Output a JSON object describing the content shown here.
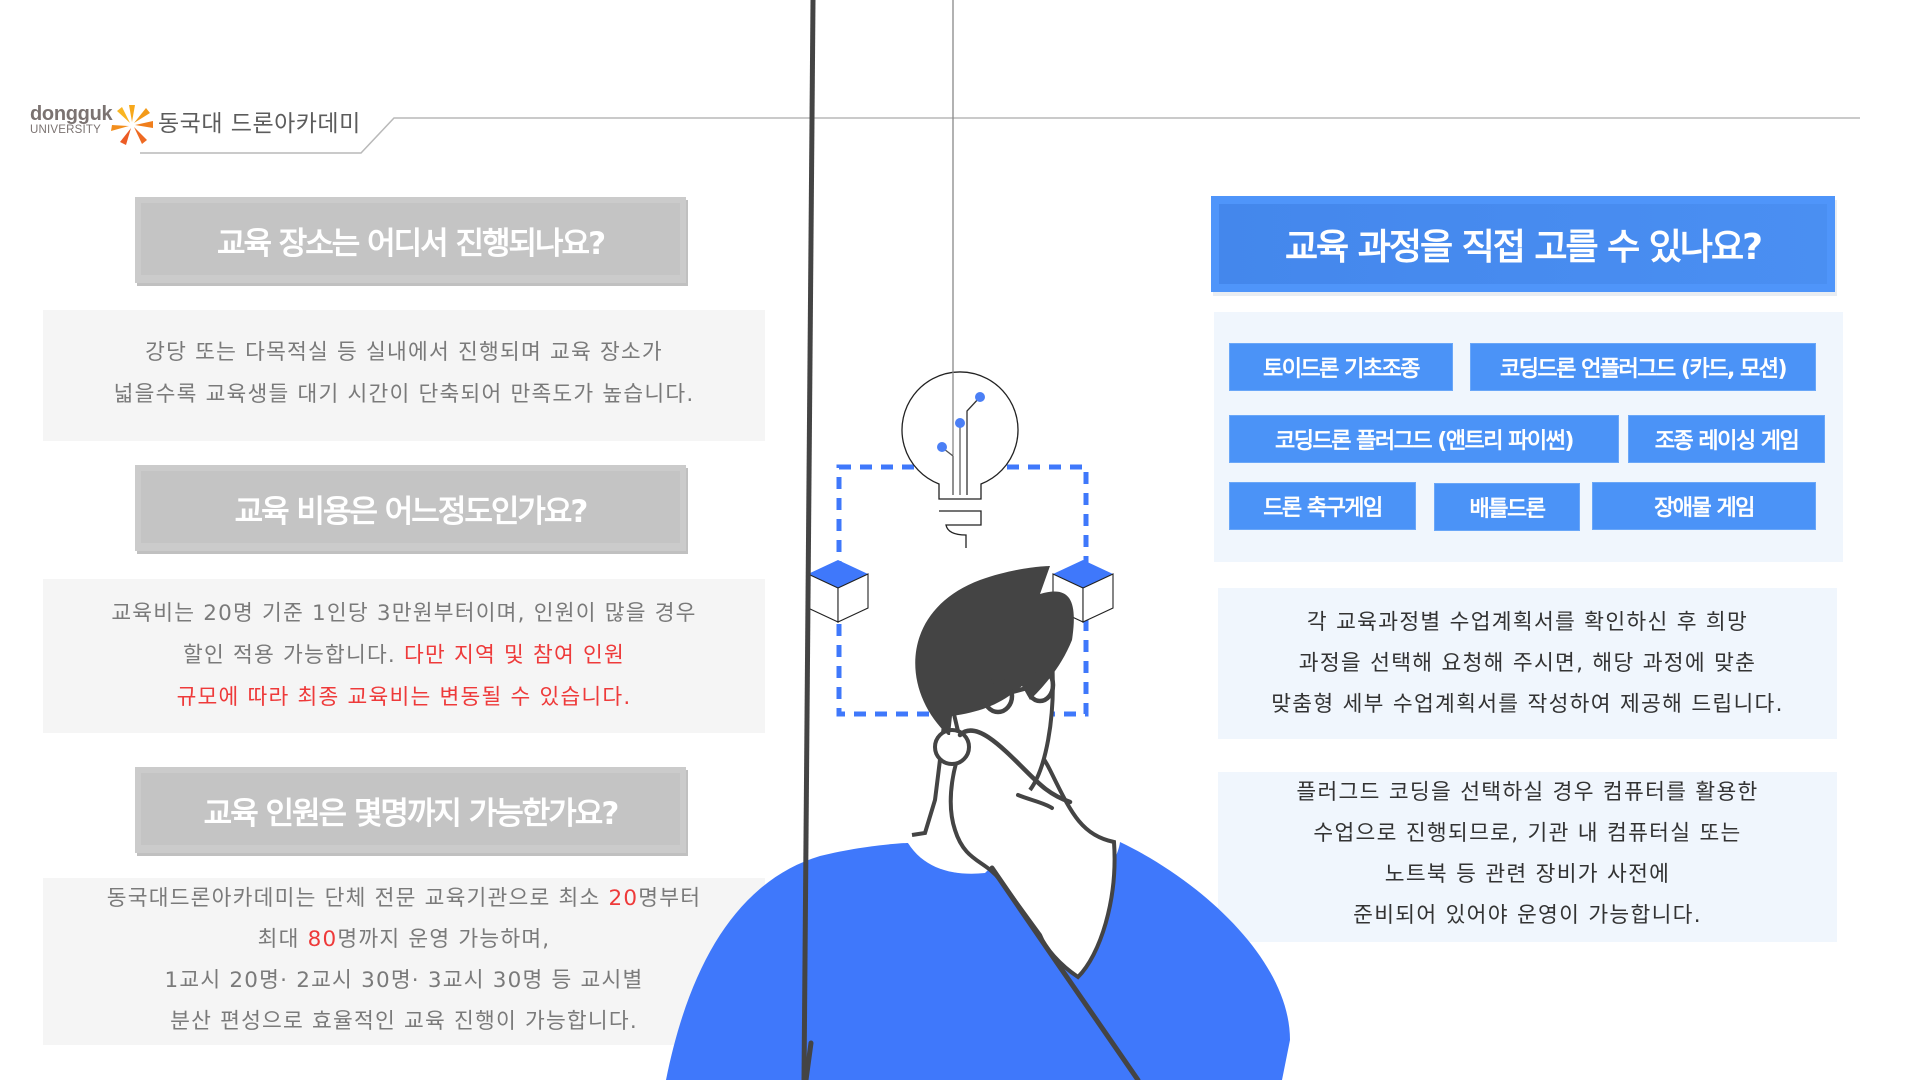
{
  "header": {
    "logo_line1": "dongguk",
    "logo_line2": "UNIVERSITY",
    "site_title": "동국대 드론아카데미"
  },
  "colors": {
    "accent_blue": "#4b93f7",
    "body_blue": "#3f78fb",
    "question_gray": "#c4c4c4",
    "answer_bg": "#f5f5f5",
    "highlight_red": "#ee3a3a",
    "hair": "#444444"
  },
  "left": {
    "faq": [
      {
        "question": "교육 장소는 어디서 진행되나요?",
        "answer_lines": [
          [
            {
              "text": "강당 또는 다목적실 등 실내에서 진행되며 교육 장소가",
              "red": false
            }
          ],
          [
            {
              "text": "넓을수록 교육생들 대기 시간이 단축되어 만족도가 높습니다.",
              "red": false
            }
          ]
        ]
      },
      {
        "question": "교육 비용은 어느정도인가요?",
        "answer_lines": [
          [
            {
              "text": "교육비는 20명 기준 1인당 3만원부터이며, 인원이 많을 경우",
              "red": false
            }
          ],
          [
            {
              "text": "할인 적용 가능합니다. ",
              "red": false
            },
            {
              "text": "다만 지역 및 참여 인원",
              "red": true
            }
          ],
          [
            {
              "text": "규모에 따라 최종 교육비는 변동될 수 있습니다.",
              "red": true
            }
          ]
        ]
      },
      {
        "question": "교육 인원은 몇명까지 가능한가요?",
        "answer_lines": [
          [
            {
              "text": "동국대드론아카데미는 단체 전문 교육기관으로 최소 ",
              "red": false
            },
            {
              "text": "20",
              "red": true
            },
            {
              "text": "명부터",
              "red": false
            }
          ],
          [
            {
              "text": "최대 ",
              "red": false
            },
            {
              "text": "80",
              "red": true
            },
            {
              "text": "명까지 운영 가능하며,",
              "red": false
            }
          ],
          [
            {
              "text": "1교시 20명· 2교시 30명· 3교시 30명 등 교시별",
              "red": false
            }
          ],
          [
            {
              "text": "분산 편성으로 효율적인 교육 진행이 가능합니다.",
              "red": false
            }
          ]
        ]
      }
    ]
  },
  "right": {
    "question": "교육 과정을 직접 고를 수 있나요?",
    "courses": [
      "토이드론 기초조종",
      "코딩드론 언플러그드 (카드, 모션)",
      "코딩드론 플러그드 (앤트리 파이썬)",
      "조종 레이싱 게임",
      "드론 축구게임",
      "배틀드론",
      "장애물 게임"
    ],
    "info1_lines": [
      "각 교육과정별 수업계획서를 확인하신 후 희망",
      "과정을 선택해 요청해 주시면, 해당 과정에 맞춘",
      "맞춤형 세부 수업계획서를 작성하여 제공해 드립니다."
    ],
    "info2_lines": [
      "플러그드 코딩을 선택하실 경우 컴퓨터를 활용한",
      "수업으로 진행되므로, 기관 내 컴퓨터실 또는",
      "노트북 등 관련 장비가 사전에",
      "준비되어 있어야 운영이 가능합니다."
    ]
  },
  "illustration": {
    "icons": [
      "lightbulb-icon",
      "cube-icon",
      "cube-icon",
      "thinking-person"
    ]
  }
}
